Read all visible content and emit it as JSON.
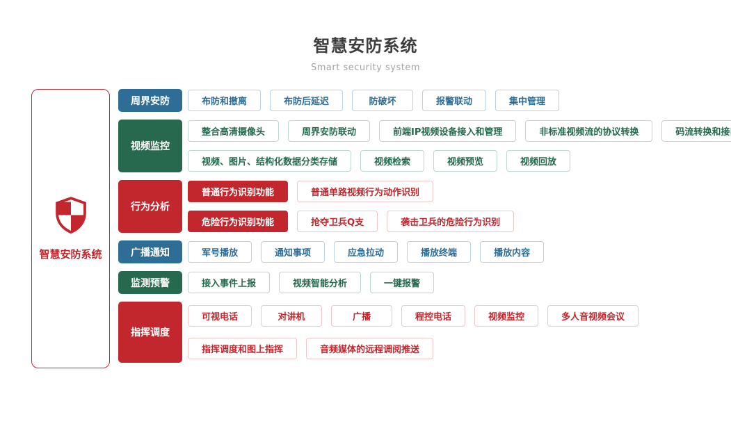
{
  "header": {
    "title": "智慧安防系统",
    "subtitle": "Smart security system"
  },
  "root": {
    "label": "智慧安防系统",
    "icon": "shield-icon",
    "border_color": "#c1272d"
  },
  "colors": {
    "blue": {
      "solid": "#2e6d95",
      "text": "#2e6d95",
      "border": "#b9d2e2"
    },
    "green": {
      "solid": "#27694e",
      "text": "#27694e",
      "border": "#bdd8cc"
    },
    "red": {
      "solid": "#c1272d",
      "text": "#c1272d",
      "border": "#f0c6c7"
    }
  },
  "groups": [
    {
      "id": "perimeter",
      "label": "周界安防",
      "color": "blue",
      "lines": [
        [
          {
            "label": "布防和撤离",
            "variant": "outline"
          },
          {
            "label": "布防后延迟",
            "variant": "outline"
          },
          {
            "label": "防破坏",
            "variant": "outline"
          },
          {
            "label": "报警联动",
            "variant": "outline"
          },
          {
            "label": "集中管理",
            "variant": "outline"
          }
        ]
      ]
    },
    {
      "id": "video",
      "label": "视频监控",
      "color": "green",
      "lines": [
        [
          {
            "label": "整合高清摄像头",
            "variant": "outline"
          },
          {
            "label": "周界安防联动",
            "variant": "outline"
          },
          {
            "label": "前端IP视频设备接入和管理",
            "variant": "outline"
          },
          {
            "label": "非标准视频流的协议转换",
            "variant": "outline"
          },
          {
            "label": "码流转换和接口转换",
            "variant": "outline"
          }
        ],
        [
          {
            "label": "视频、图片、结构化数据分类存储",
            "variant": "outline"
          },
          {
            "label": "视频检索",
            "variant": "outline"
          },
          {
            "label": "视频预览",
            "variant": "outline"
          },
          {
            "label": "视频回放",
            "variant": "outline"
          }
        ]
      ]
    },
    {
      "id": "behavior",
      "label": "行为分析",
      "color": "red",
      "lines": [
        [
          {
            "label": "普通行为识别功能",
            "variant": "solid"
          },
          {
            "label": "普通单路视频行为动作识别",
            "variant": "outline"
          }
        ],
        [
          {
            "label": "危险行为识别功能",
            "variant": "solid"
          },
          {
            "label": "抢夺卫兵Q支",
            "variant": "outline"
          },
          {
            "label": "袭击卫兵的危险行为识别",
            "variant": "outline"
          }
        ]
      ]
    },
    {
      "id": "broadcast",
      "label": "广播通知",
      "color": "blue",
      "lines": [
        [
          {
            "label": "军号播放",
            "variant": "outline"
          },
          {
            "label": "通知事项",
            "variant": "outline"
          },
          {
            "label": "应急拉动",
            "variant": "outline"
          },
          {
            "label": "播放终端",
            "variant": "outline"
          },
          {
            "label": "播放内容",
            "variant": "outline"
          }
        ]
      ]
    },
    {
      "id": "monitor",
      "label": "监测预警",
      "color": "green",
      "lines": [
        [
          {
            "label": "接入事件上报",
            "variant": "outline"
          },
          {
            "label": "视频智能分析",
            "variant": "outline"
          },
          {
            "label": "一键报警",
            "variant": "outline"
          }
        ]
      ]
    },
    {
      "id": "command",
      "label": "指挥调度",
      "color": "red",
      "lines": [
        [
          {
            "label": "可视电话",
            "variant": "outline"
          },
          {
            "label": "对讲机",
            "variant": "outline"
          },
          {
            "label": "广播",
            "variant": "outline"
          },
          {
            "label": "程控电话",
            "variant": "outline"
          },
          {
            "label": "视频监控",
            "variant": "outline"
          },
          {
            "label": "多人音视频会议",
            "variant": "outline"
          }
        ],
        [
          {
            "label": "指挥调度和图上指挥",
            "variant": "outline"
          },
          {
            "label": "音频媒体的远程调阅推送",
            "variant": "outline"
          }
        ]
      ]
    }
  ]
}
